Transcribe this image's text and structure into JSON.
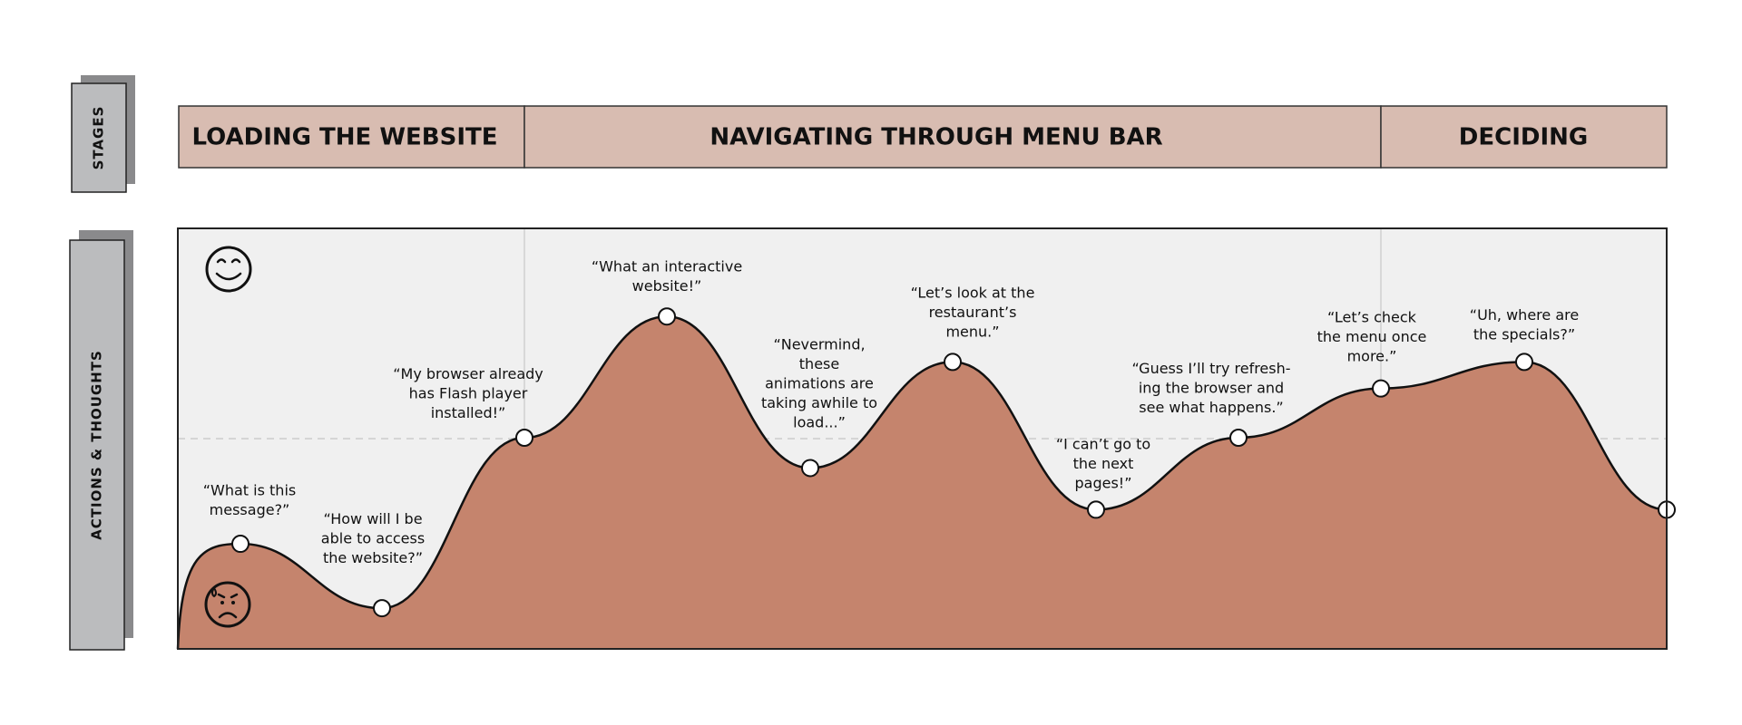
{
  "side_labels": {
    "stages": "STAGES",
    "actions": "ACTIONS & THOUGHTS"
  },
  "stages": [
    {
      "label": "LOADING THE WEBSITE"
    },
    {
      "label": "NAVIGATING THROUGH MENU BAR"
    },
    {
      "label": "DECIDING"
    }
  ],
  "icons": {
    "happy": "happy-face-icon",
    "sad": "sad-face-icon"
  },
  "colors": {
    "stage_fill": "#d8bcb1",
    "curve_fill": "#c5846d",
    "panel_bg": "#f0f0f0",
    "side_tab": "#bbbcbe",
    "side_tab_shadow": "#8a8a8c"
  },
  "emotion_scale": {
    "min": 0,
    "max": 10,
    "neutral": 5
  },
  "journey_points": [
    {
      "emotion": 2.2,
      "quote": [
        "“What is this",
        "message?”"
      ]
    },
    {
      "emotion": 0.5,
      "quote": [
        "“How will I be",
        "able to access",
        "the website?”"
      ]
    },
    {
      "emotion": 5.0,
      "quote": [
        "“My browser already",
        "has Flash player",
        "installed!”"
      ]
    },
    {
      "emotion": 8.2,
      "quote": [
        "“What an interactive",
        "website!”"
      ]
    },
    {
      "emotion": 4.2,
      "quote": [
        "“Nevermind,",
        "these",
        "animations are",
        "taking awhile to",
        "load...”"
      ]
    },
    {
      "emotion": 7.0,
      "quote": [
        "“Let’s look at the",
        "restaurant’s",
        "menu.”"
      ]
    },
    {
      "emotion": 3.1,
      "quote": [
        "“I can’t go to",
        "the next",
        "pages!”"
      ]
    },
    {
      "emotion": 5.0,
      "quote": [
        "“Guess I’ll try refresh-",
        "ing the browser and",
        "see what happens.”"
      ]
    },
    {
      "emotion": 6.3,
      "quote": [
        "“Let’s check",
        "the menu once",
        "more.”"
      ]
    },
    {
      "emotion": 7.0,
      "quote": [
        "“Uh, where are",
        "the specials?”"
      ]
    },
    {
      "emotion": 3.1,
      "quote": []
    }
  ]
}
